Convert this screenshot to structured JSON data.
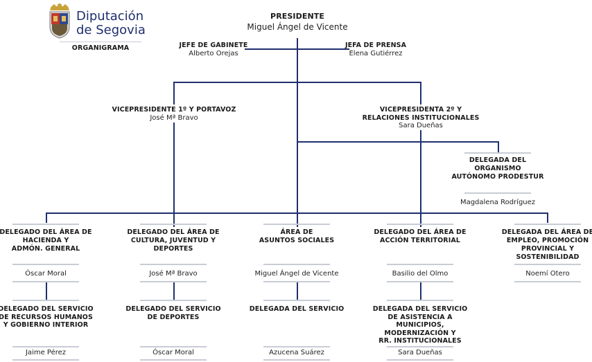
{
  "header": {
    "logo_line1": "Diputación",
    "logo_line2": "de Segovia",
    "organigrama": "ORGANIGRAMA"
  },
  "presidente": {
    "title": "PRESIDENTE",
    "name": "Miguel Ángel de Vicente"
  },
  "jefe_gabinete": {
    "title": "JEFE DE GABINETE",
    "name": "Alberto Orejas"
  },
  "jefa_prensa": {
    "title": "JEFA DE PRENSA",
    "name": "Elena Gutiérrez"
  },
  "vice1": {
    "title": "VICEPRESIDENTE 1º Y PORTAVOZ",
    "name": "José Mª Bravo"
  },
  "vice2": {
    "title1": "VICEPRESIDENTA 2º Y",
    "title2": "RELACIONES INSTITUCIONALES",
    "name": "Sara Dueñas"
  },
  "prodestur": {
    "title1": "DELEGADA DEL",
    "title2": "ORGANISMO",
    "title3": "AUTÓNOMO PRODESTUR",
    "name": "Magdalena Rodríguez"
  },
  "areas": [
    {
      "title1": "DELEGADO DEL ÁREA DE",
      "title2": "HACIENDA Y",
      "title3": "ADMÓN. GENERAL",
      "title4": "",
      "name": "Óscar Moral"
    },
    {
      "title1": "DELEGADO DEL ÁREA DE",
      "title2": "CULTURA, JUVENTUD Y",
      "title3": "DEPORTES",
      "title4": "",
      "name": "José Mª Bravo"
    },
    {
      "title1": "ÁREA DE",
      "title2": "ASUNTOS SOCIALES",
      "title3": "",
      "title4": "",
      "name": "Miguel Ángel de Vicente"
    },
    {
      "title1": "DELEGADO DEL ÁREA DE",
      "title2": "ACCIÓN TERRITORIAL",
      "title3": "",
      "title4": "",
      "name": "Basilio del Olmo"
    },
    {
      "title1": "DELEGADA DEL ÁREA DE",
      "title2": "EMPLEO, PROMOCIÓN",
      "title3": "PROVINCIAL Y",
      "title4": "SOSTENIBILIDAD",
      "name": "Noemí Otero"
    }
  ],
  "servicios": [
    {
      "title1": "DELEGADO DEL SERVICIO",
      "title2": "DE RECURSOS HUMANOS",
      "title3": "Y GOBIERNO INTERIOR",
      "title4": "",
      "title5": "",
      "name": "Jaime Pérez"
    },
    {
      "title1": "DELEGADO DEL SERVICIO",
      "title2": "DE DEPORTES",
      "title3": "",
      "title4": "",
      "title5": "",
      "name": "Óscar Moral"
    },
    {
      "title1": "DELEGADA DEL SERVICIO",
      "title2": "",
      "title3": "",
      "title4": "",
      "title5": "",
      "name": "Azucena Suárez"
    },
    {
      "title1": "DELEGADA DEL SERVICIO",
      "title2": "DE ASISTENCIA A",
      "title3": "MUNICIPIOS,",
      "title4": "MODERNIZACIÓN Y",
      "title5": "RR. INSTITUCIONALES",
      "name": "Sara Dueñas"
    }
  ],
  "colors": {
    "line": "#1f2f6e",
    "rule": "#c8ccd6",
    "brand": "#1f2f6e"
  }
}
